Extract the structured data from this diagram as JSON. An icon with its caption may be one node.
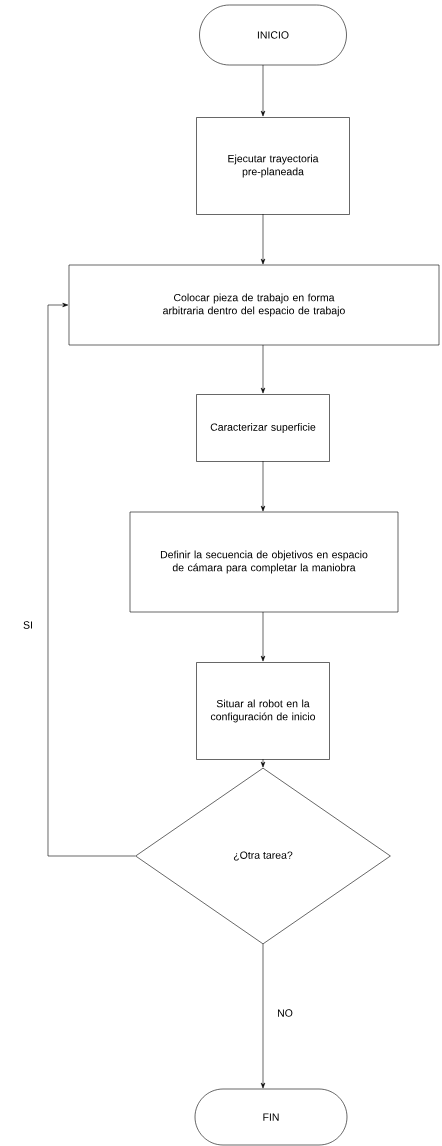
{
  "diagram": {
    "nodes": [
      {
        "text": [
          "INICIO"
        ]
      },
      {
        "text": [
          "Ejecutar trayectoria pre-planeada"
        ]
      },
      {
        "text": [
          "Colocar pieza de trabajo en forma arbitraria dentro del espacio de trabajo"
        ]
      },
      {
        "text": [
          "Caracterizar superficie"
        ]
      },
      {
        "text": [
          "Definir la secuencia de objetivos en espacio de cámara para completar  la maniobra"
        ]
      },
      {
        "text": [
          "Situar al robot en la configuración de inicio"
        ]
      },
      {
        "text": [
          "¿Otra tarea?"
        ]
      },
      {
        "text": [
          "FIN"
        ]
      }
    ],
    "edges": [
      {
        "from": 0,
        "to": 1,
        "arrow": "to"
      },
      {
        "from": 1,
        "to": 2,
        "arrow": "to"
      },
      {
        "from": 2,
        "to": 3,
        "arrow": "to"
      },
      {
        "from": 3,
        "to": 4,
        "arrow": "to"
      },
      {
        "from": 4,
        "to": 5,
        "arrow": "to"
      },
      {
        "from": 5,
        "to": 6,
        "arrow": "to"
      },
      {
        "from": 6,
        "to": 2,
        "arrow": "to",
        "label": "SI"
      },
      {
        "from": 6,
        "to": 7,
        "arrow": "to",
        "label": "NO"
      }
    ]
  }
}
